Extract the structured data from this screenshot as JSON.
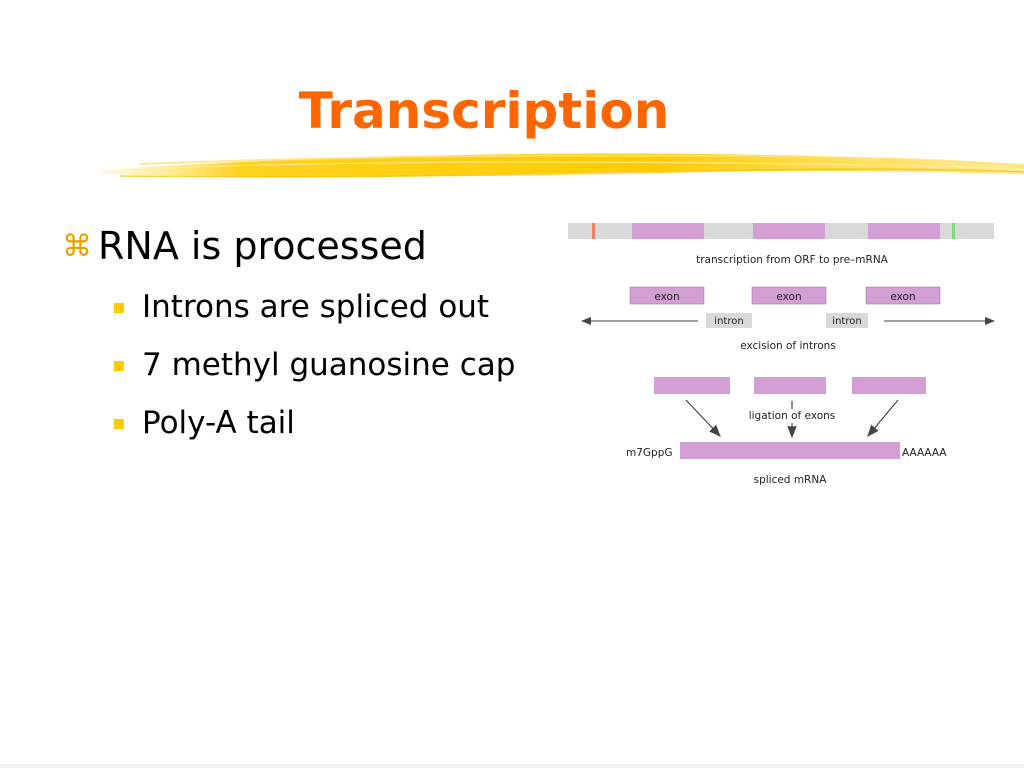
{
  "slide": {
    "title": "Transcription",
    "bullet_main": "RNA is processed",
    "sub_bullets": [
      "Introns are spliced out",
      "7 methyl guanosine cap",
      "Poly-A tail"
    ]
  },
  "diagram": {
    "step1_caption": "transcription from ORF to pre–mRNA",
    "exon_label": "exon",
    "intron_label": "intron",
    "step2_caption": "excision of introns",
    "step3_caption": "ligation of exons",
    "cap_label": "m7GppG",
    "tail_label": "AAAAAA",
    "step4_caption": "spliced mRNA"
  },
  "colors": {
    "title": "#ff6600",
    "exon": "#d49fd4",
    "intron": "#d9d9d9",
    "accent": "#ffcc00"
  }
}
